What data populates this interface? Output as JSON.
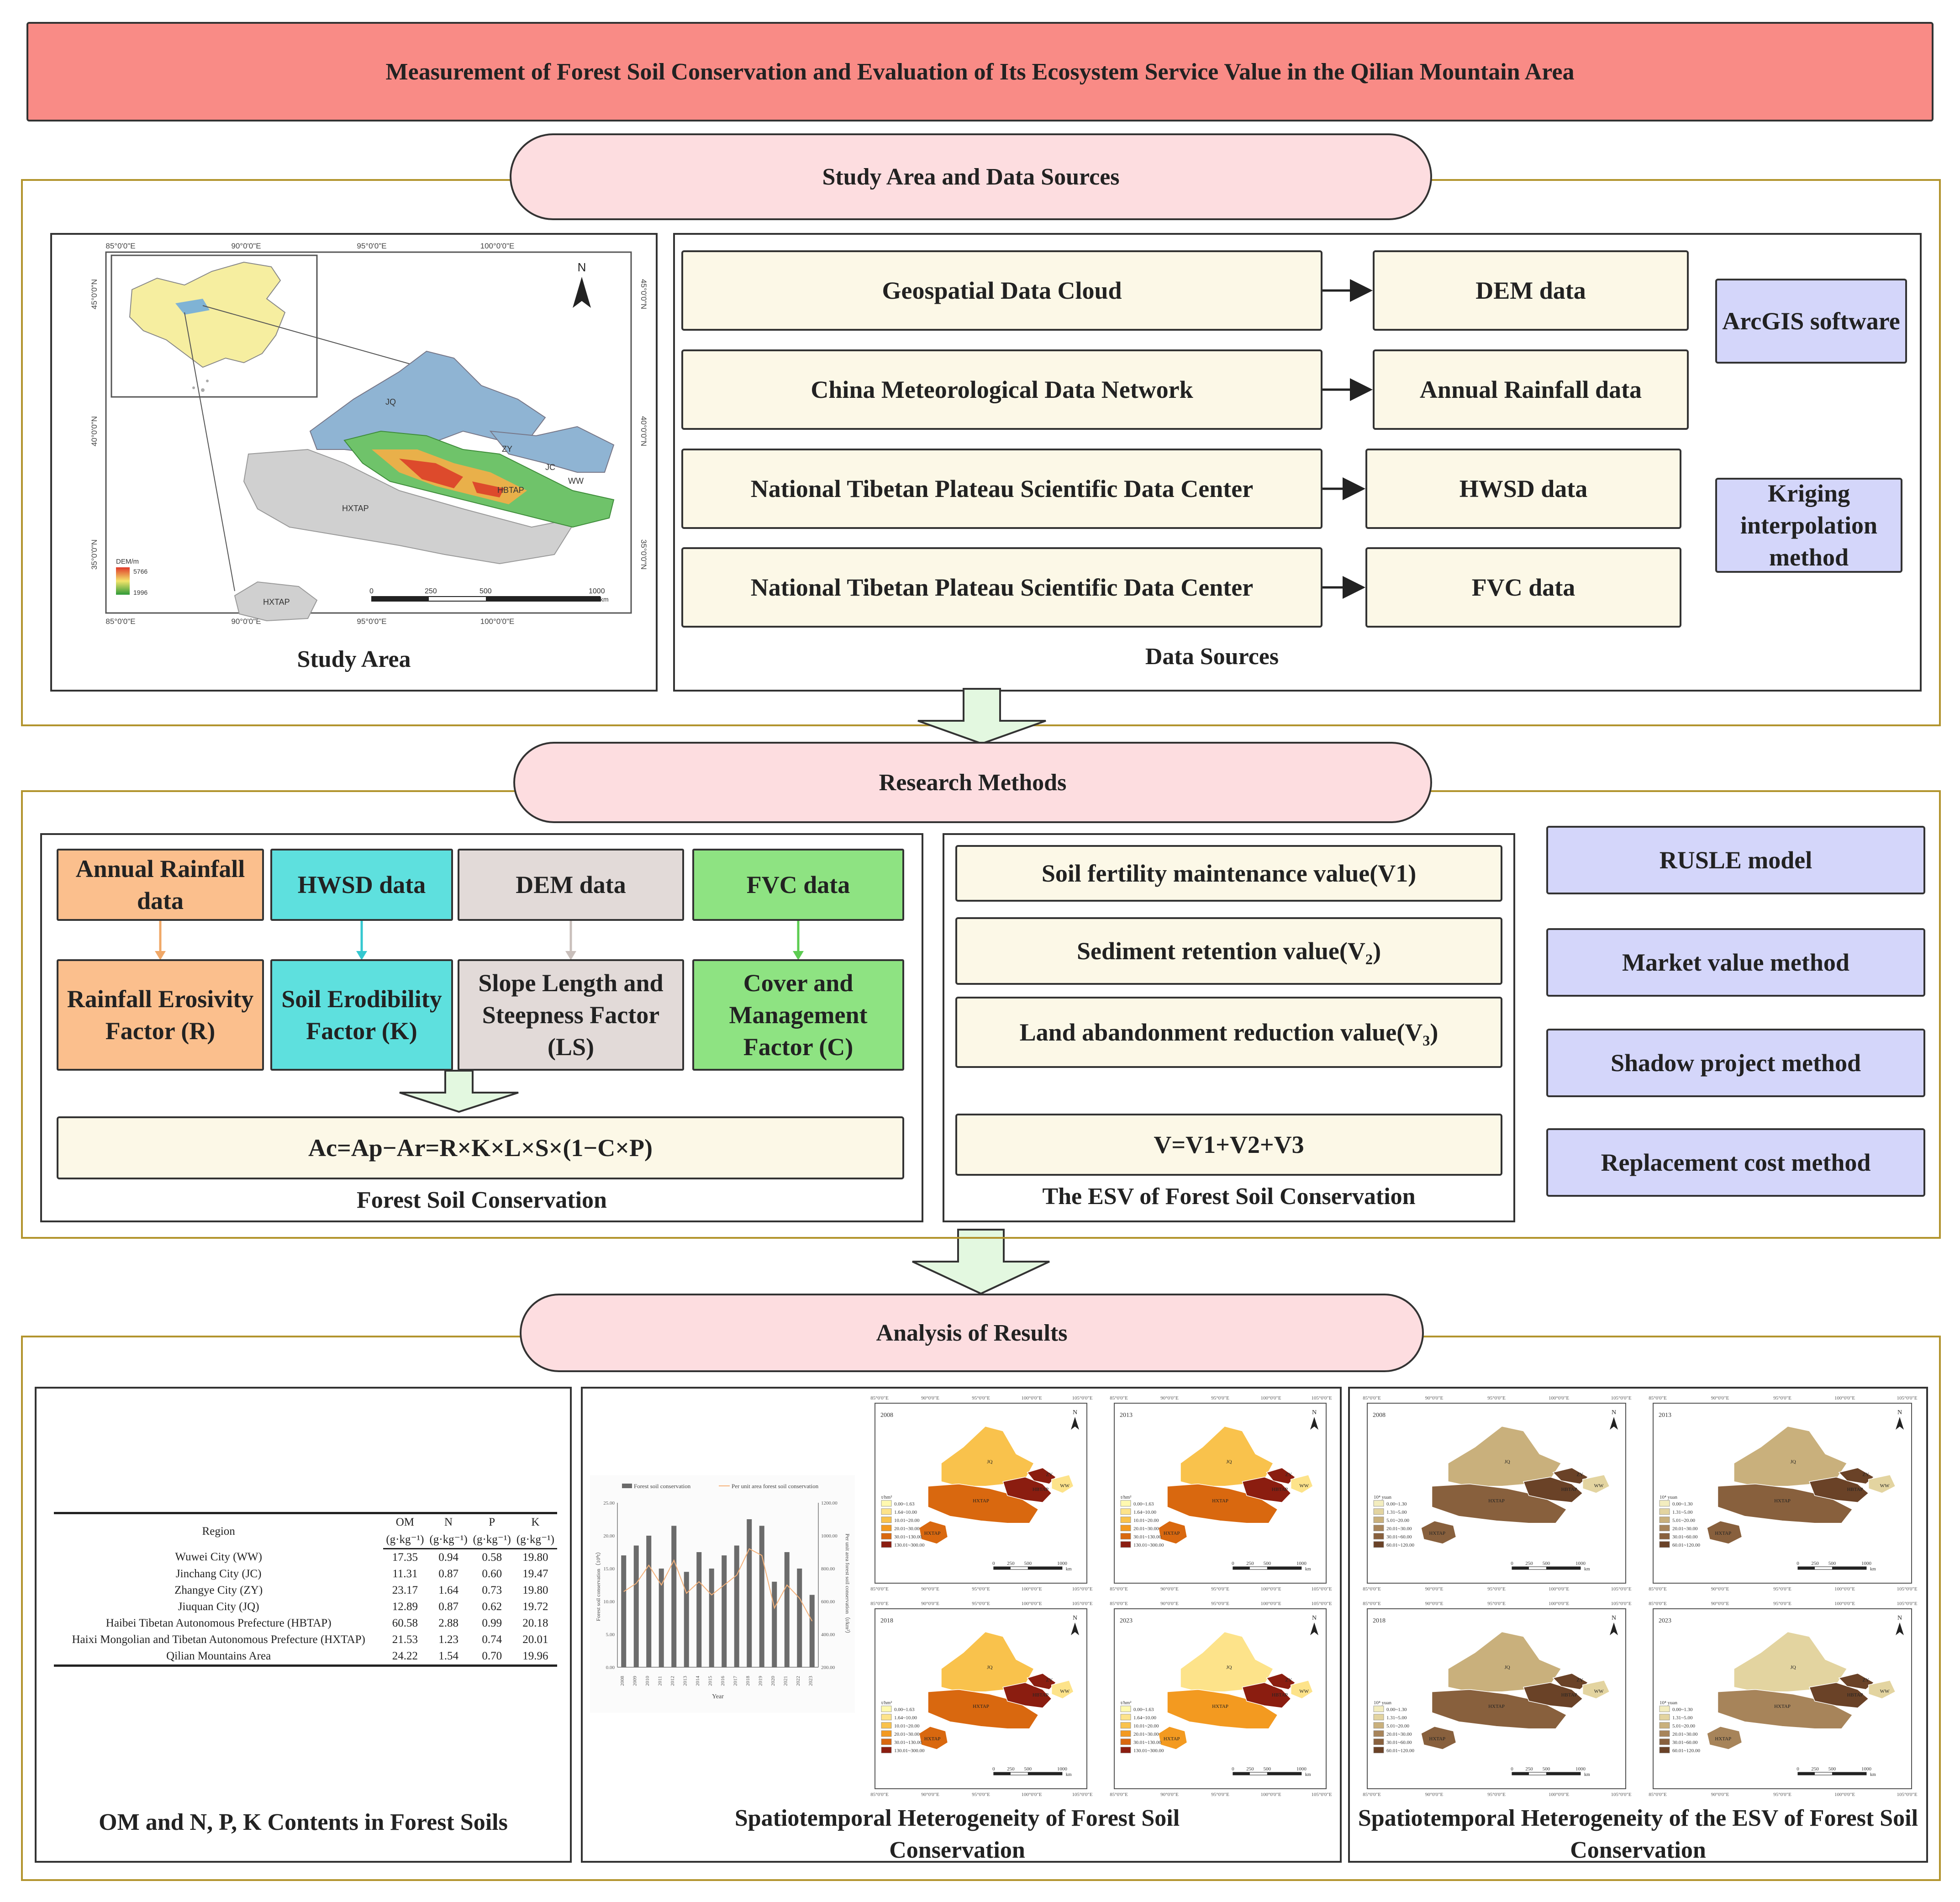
{
  "header": {
    "title": "Measurement of Forest Soil Conservation and Evaluation of Its Ecosystem Service Value in the Qilian Mountain Area"
  },
  "sections": {
    "study": {
      "label": "Study Area and Data Sources",
      "study_area_caption": "Study Area",
      "data_sources_caption": "Data Sources",
      "sources": [
        {
          "source": "Geospatial Data Cloud",
          "data": "DEM data"
        },
        {
          "source": "China Meteorological Data Network",
          "data": "Annual Rainfall data"
        },
        {
          "source": "National Tibetan Plateau Scientific Data Center",
          "data": "HWSD data"
        },
        {
          "source": "National Tibetan Plateau Scientific Data Center",
          "data": "FVC data"
        }
      ],
      "tools": [
        "ArcGIS software",
        "Kriging interpolation method"
      ],
      "map": {
        "lon_ticks": [
          "85°0'0\"E",
          "90°0'0\"E",
          "95°0'0\"E",
          "100°0'0\"E"
        ],
        "lat_ticks": [
          "45°0'0\"N",
          "40°0'0\"N",
          "35°0'0\"N"
        ],
        "north": "N",
        "regions": [
          "JQ",
          "ZY",
          "JC",
          "WW",
          "HBTAP",
          "HXTAP",
          "HXTAP"
        ],
        "legend_title": "DEM/m",
        "legend_high": "5766",
        "legend_low": "1996",
        "scale_labels": [
          "0",
          "250",
          "500",
          "1000"
        ],
        "scale_unit": "km"
      }
    },
    "methods": {
      "label": "Research Methods",
      "inputs": [
        {
          "input": "Annual Rainfall data",
          "factor": "Rainfall Erosivity Factor (R)",
          "color": "#fbbf8d"
        },
        {
          "input": "HWSD data",
          "factor": "Soil Erodibility Factor (K)",
          "color": "#5ee0de"
        },
        {
          "input": "DEM data",
          "factor": "Slope Length and Steepness Factor (LS)",
          "color": "#e2dad8"
        },
        {
          "input": "FVC data",
          "factor": "Cover and Management Factor (C)",
          "color": "#8ee382"
        }
      ],
      "equation": "Ac=Ap−Ar=R×K×L×S×(1−C×P)",
      "conservation_caption": "Forest Soil Conservation",
      "values": [
        "Soil fertility maintenance value(V1)",
        "Sediment retention value(V₂)",
        "Land abandonment reduction value(V₃)"
      ],
      "esv_equation": "V=V1+V2+V3",
      "esv_caption": "The ESV of Forest Soil Conservation",
      "models": [
        "RUSLE model",
        "Market value method",
        "Shadow project method",
        "Replacement cost method"
      ]
    },
    "results": {
      "label": "Analysis of Results",
      "table": {
        "headers": [
          "Region",
          "OM",
          "N",
          "P",
          "K"
        ],
        "units": [
          "(g·kg⁻¹)",
          "(g·kg⁻¹)",
          "(g·kg⁻¹)",
          "(g·kg⁻¹)"
        ],
        "rows": [
          [
            "Wuwei City (WW)",
            "17.35",
            "0.94",
            "0.58",
            "19.80"
          ],
          [
            "Jinchang City (JC)",
            "11.31",
            "0.87",
            "0.60",
            "19.47"
          ],
          [
            "Zhangye City (ZY)",
            "23.17",
            "1.64",
            "0.73",
            "19.80"
          ],
          [
            "Jiuquan City (JQ)",
            "12.89",
            "0.87",
            "0.62",
            "19.72"
          ],
          [
            "Haibei Tibetan Autonomous Prefecture (HBTAP)",
            "60.58",
            "2.88",
            "0.99",
            "20.18"
          ],
          [
            "Haixi Mongolian and Tibetan Autonomous Prefecture (HXTAP)",
            "21.53",
            "1.23",
            "0.74",
            "20.01"
          ],
          [
            "Qilian Mountains Area",
            "24.22",
            "1.54",
            "0.70",
            "19.96"
          ]
        ]
      },
      "table_caption": "OM and N, P, K Contents in Forest Soils",
      "conservation_panel_caption": "Spatiotemporal Heterogeneity of Forest Soil Conservation",
      "esv_panel_caption": "Spatiotemporal Heterogeneity of the ESV of Forest Soil Conservation",
      "conservation_maps": {
        "years": [
          "2008",
          "2013",
          "2018",
          "2023"
        ],
        "unit": "t/hm²",
        "classes": [
          "0.00~1.63",
          "1.64~10.00",
          "10.01~20.00",
          "20.01~30.00",
          "30.01~130.00",
          "130.01~300.00"
        ],
        "colors": [
          "#fff9b0",
          "#fde38a",
          "#f9c24c",
          "#f39a20",
          "#d9680f",
          "#8b1d10"
        ]
      },
      "esv_maps": {
        "years": [
          "2008",
          "2013",
          "2018",
          "2023"
        ],
        "unit": "10⁴ yuan",
        "classes": [
          "0.00~1.30",
          "1.31~5.00",
          "5.01~20.00",
          "20.01~30.00",
          "30.01~60.00",
          "60.01~120.00"
        ],
        "colors": [
          "#f3edbf",
          "#e3d4a0",
          "#c9b07c",
          "#a7845a",
          "#88603d",
          "#6a4227"
        ]
      },
      "map_lon_ticks": [
        "85°0'0\"E",
        "90°0'0\"E",
        "95°0'0\"E",
        "100°0'0\"E",
        "105°0'0\"E"
      ],
      "map_scale": [
        "0",
        "250",
        "500",
        "1000"
      ],
      "map_scale_unit": "km",
      "chart_data": {
        "type": "bar",
        "legend": [
          "Forest soil conservation",
          "Per unit area forest soil conservation"
        ],
        "categories": [
          "2008",
          "2009",
          "2010",
          "2011",
          "2012",
          "2013",
          "2014",
          "2015",
          "2016",
          "2017",
          "2018",
          "2019",
          "2020",
          "2021",
          "2022",
          "2023"
        ],
        "series": [
          {
            "name": "Forest soil conservation",
            "type": "bar",
            "color": "#6b6b6b",
            "values": [
              17.0,
              18.5,
              20.0,
              15.0,
              21.5,
              14.5,
              17.5,
              15.0,
              17.0,
              18.5,
              22.5,
              21.5,
              13.0,
              17.5,
              15.0,
              11.0
            ]
          },
          {
            "name": "Per unit area forest soil conservation",
            "type": "line",
            "color": "#f6b27a",
            "values": [
              660,
              710,
              820,
              700,
              850,
              650,
              720,
              640,
              700,
              760,
              920,
              880,
              560,
              700,
              620,
              480
            ]
          }
        ],
        "xlabel": "Year",
        "ylabel": "Forest soil conservation（10⁸t）",
        "y2label": "Per unit area forest soil conservation（t/km²）",
        "ylim": [
          0,
          25
        ],
        "y2lim": [
          200,
          1200
        ],
        "yticks": [
          "0.00",
          "5.00",
          "10.00",
          "15.00",
          "20.00",
          "25.00"
        ],
        "y2ticks": [
          "200.00",
          "400.00",
          "600.00",
          "800.00",
          "1000.00",
          "1200.00"
        ]
      }
    }
  }
}
